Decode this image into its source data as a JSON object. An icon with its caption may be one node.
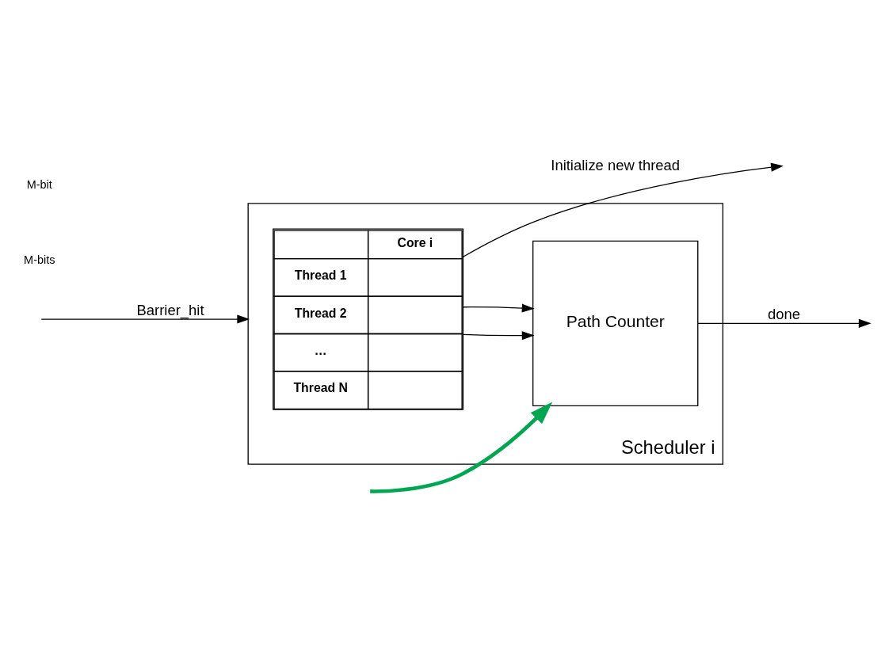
{
  "diagram": {
    "nodes": [
      {
        "text": [
          "Scheduler i"
        ]
      },
      {
        "text": [
          "Path Counter"
        ],
        "in": 0
      },
      {
        "text": [
          "Core i",
          "Thread 1",
          "Thread 2",
          "…",
          "Thread N"
        ],
        "in": 0
      }
    ],
    "edges": [
      {
        "from": null,
        "to": 0,
        "arrow": "to",
        "label": "Barrier_hit"
      },
      {
        "from": null,
        "to": 1,
        "arrow": "to",
        "style": "thick",
        "color": "#00a650"
      },
      {
        "from": 2,
        "to": 1,
        "arrow": "to"
      },
      {
        "from": 2,
        "to": 1,
        "arrow": "to"
      },
      {
        "from": 2,
        "to": null,
        "arrow": "to",
        "label": "Initialize new thread"
      },
      {
        "from": 1,
        "to": null,
        "arrow": "to",
        "label": "done"
      }
    ],
    "labels": [
      "M-bits",
      "M-bit"
    ]
  }
}
